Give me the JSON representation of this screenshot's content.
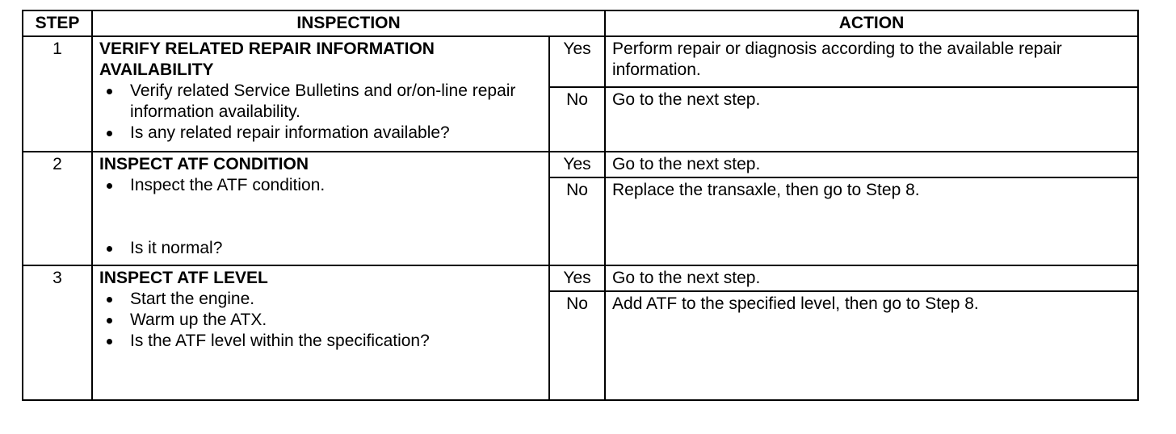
{
  "headers": {
    "step": "STEP",
    "inspection": "INSPECTION",
    "action": "ACTION"
  },
  "rows": [
    {
      "step": "1",
      "title": "VERIFY RELATED REPAIR INFORMATION AVAILABILITY",
      "bullets": [
        "Verify related Service Bulletins and or/on-line repair information availability.",
        "Is any related repair information available?"
      ],
      "yes_label": "Yes",
      "yes_action": "Perform repair or diagnosis according to the available repair information.",
      "no_label": "No",
      "no_action": "Go to the next step."
    },
    {
      "step": "2",
      "title": "INSPECT ATF CONDITION",
      "bullets": [
        "Inspect the ATF condition.",
        "Is it normal?"
      ],
      "yes_label": "Yes",
      "yes_action": "Go to the next step.",
      "no_label": "No",
      "no_action": "Replace the transaxle, then go to Step 8."
    },
    {
      "step": "3",
      "title": "INSPECT ATF LEVEL",
      "bullets": [
        "Start the engine.",
        "Warm up the ATX.",
        "Is the ATF level within the specification?"
      ],
      "yes_label": "Yes",
      "yes_action": "Go to the next step.",
      "no_label": "No",
      "no_action": "Add ATF to the specified level, then go to Step 8."
    }
  ]
}
